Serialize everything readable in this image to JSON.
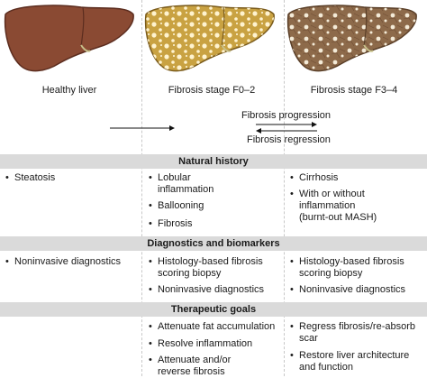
{
  "colors": {
    "healthy_liver": "#8a4a33",
    "fibrosis_f02": "#c9a242",
    "fibrosis_f34": "#8d6a4a",
    "section_band": "#dadada"
  },
  "stages": [
    {
      "label": "Healthy liver"
    },
    {
      "label": "Fibrosis stage F0–2"
    },
    {
      "label": "Fibrosis stage F3–4"
    }
  ],
  "arrows": {
    "progression": "Fibrosis progression",
    "regression": "Fibrosis regression"
  },
  "sections": [
    {
      "title": "Natural history",
      "columns": [
        [
          "Steatosis"
        ],
        [
          "Lobular\ninflammation",
          "Ballooning",
          "Fibrosis"
        ],
        [
          "Cirrhosis",
          "With or without\ninflammation\n(burnt-out MASH)"
        ]
      ]
    },
    {
      "title": "Diagnostics and biomarkers",
      "columns": [
        [
          "Noninvasive diagnostics"
        ],
        [
          "Histology-based fibrosis\nscoring biopsy",
          "Noninvasive diagnostics"
        ],
        [
          "Histology-based fibrosis\nscoring biopsy",
          "Noninvasive diagnostics"
        ]
      ]
    },
    {
      "title": "Therapeutic goals",
      "columns": [
        [],
        [
          "Attenuate fat accumulation",
          "Resolve inflammation",
          "Attenuate and/or\nreverse fibrosis"
        ],
        [
          "Regress fibrosis/re-absorb\nscar",
          "Restore liver architecture\nand function"
        ]
      ]
    }
  ]
}
